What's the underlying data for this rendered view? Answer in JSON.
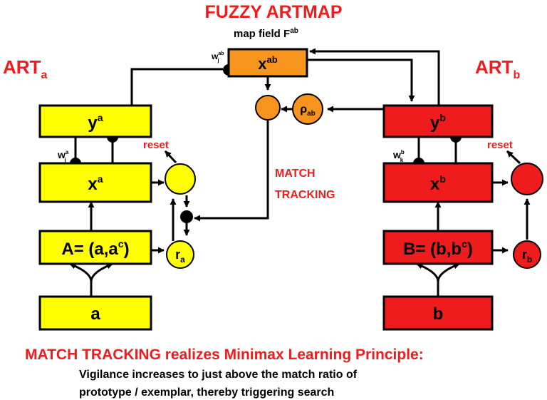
{
  "title": "FUZZY ARTMAP",
  "map_field": {
    "label_prefix": "map field F",
    "label_sup": "ab",
    "node_main": "x",
    "node_sup": "ab",
    "weight_main": "w",
    "weight_sub": "j",
    "weight_sup": "ab"
  },
  "art_a": {
    "label_main": "ART",
    "label_sub": "a",
    "y_main": "y",
    "y_sup": "a",
    "x_main": "x",
    "x_sup": "a",
    "weight_main": "w",
    "weight_sub": "j",
    "weight_sup": "a",
    "input_pre": "A= (a,a",
    "input_sup": "c",
    "input_post": ")",
    "base": "a",
    "reset": "reset",
    "vigilance_main": "r",
    "vigilance_sub": "a"
  },
  "art_b": {
    "label_main": "ART",
    "label_sub": "b",
    "y_main": "y",
    "y_sup": "b",
    "x_main": "x",
    "x_sup": "b",
    "weight_main": "w",
    "weight_sub": "k",
    "weight_sup": "b",
    "input_pre": "B= (b,b",
    "input_sup": "c",
    "input_post": ")",
    "base": "b",
    "reset": "reset",
    "vigilance_main": "r",
    "vigilance_sub": "b"
  },
  "rho_ab_main": "ρ",
  "rho_ab_sub": "ab",
  "match_tracking_line1": "MATCH",
  "match_tracking_line2": "TRACKING",
  "footer": {
    "headline": "MATCH TRACKING realizes Minimax Learning Principle:",
    "line1": "Vigilance increases to just above the match ratio of",
    "line2": "prototype / exemplar, thereby triggering search"
  },
  "colors": {
    "yellow": "#ffff00",
    "red_box": "#ee1c1c",
    "orange": "#f7941d",
    "label_red": "#ee1c1c",
    "black": "#000000"
  }
}
